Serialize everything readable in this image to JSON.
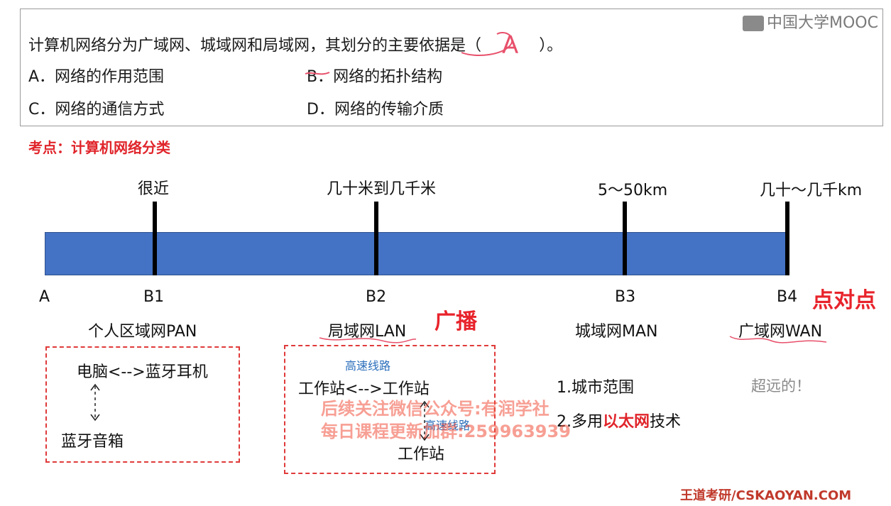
{
  "brand": {
    "mooc": "中国大学MOOC",
    "footer": "王道考研/CSKAOYAN.COM"
  },
  "question": {
    "stem_before": "计算机网络分为广域网、城域网和局域网，其划分的主要依据是（",
    "answer": "A",
    "stem_after": "）。",
    "options": {
      "a": "A．网络的作用范围",
      "b": "B．网络的拓扑结构",
      "c": "C．网络的通信方式",
      "d": "D．网络的传输介质"
    }
  },
  "kaodian": "考点：计算机网络分类",
  "scale": {
    "distances": [
      "很近",
      "几十米到几千米",
      "5～50km",
      "几十～几千km"
    ],
    "points": [
      "A",
      "B1",
      "B2",
      "B3",
      "B4"
    ]
  },
  "networks": {
    "pan": "个人区域网PAN",
    "lan": "局域网LAN",
    "man": "城域网MAN",
    "wan": "广域网WAN"
  },
  "annotations": {
    "broadcast": "广播",
    "p2p": "点对点"
  },
  "pan_box": {
    "line1": "电脑<-->蓝牙耳机",
    "line2": "蓝牙音箱"
  },
  "lan_box": {
    "top_label": "高速线路",
    "line1": "工作站<-->工作站",
    "mid_label": "高速线路",
    "line2": "工作站"
  },
  "man_notes": {
    "note1": "1.城市范围",
    "note2_prefix": "2.多用",
    "note2_highlight": "以太网",
    "note2_suffix": "技术"
  },
  "wan_note": "超远的！",
  "watermark": {
    "line1": "后续关注微信公众号:有润学社",
    "line2": "每日课程更新加群:259963939"
  },
  "colors": {
    "bar": "#4472c4",
    "accent_red": "#e0252b",
    "dashed_border": "#e03a3a",
    "blue_label": "#2a6ebb"
  }
}
